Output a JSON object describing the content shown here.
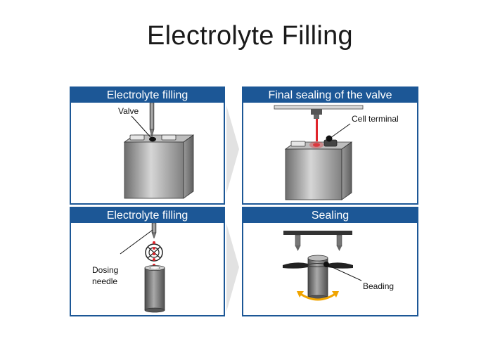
{
  "title": "Electrolyte Filling",
  "panels": [
    {
      "header": "Electrolyte filling",
      "labels": {
        "valve": "Valve"
      }
    },
    {
      "header": "Final sealing of the valve",
      "labels": {
        "cell_terminal": "Cell terminal"
      }
    },
    {
      "header": "Electrolyte filling",
      "labels": {
        "dosing_line1": "Dosing",
        "dosing_line2": "needle"
      }
    },
    {
      "header": "Sealing",
      "labels": {
        "beading": "Beading"
      }
    }
  ],
  "colors": {
    "header_blue": "#1c5796",
    "laser_red": "#e0242b",
    "rotation_arrow": "#f0a400",
    "chevron_gray": "#e2e2e2"
  }
}
